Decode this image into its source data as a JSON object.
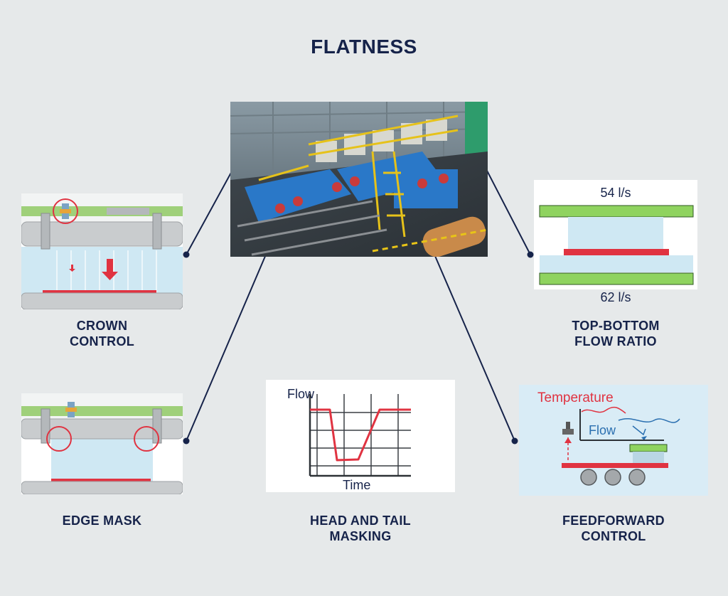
{
  "title": "FLATNESS",
  "captions": {
    "crown_control": [
      "CROWN",
      "CONTROL"
    ],
    "top_bottom": [
      "TOP-BOTTOM",
      "FLOW RATIO"
    ],
    "edge_mask": [
      "EDGE MASK"
    ],
    "head_tail": [
      "HEAD AND TAIL",
      "MASKING"
    ],
    "feedforward": [
      "FEEDFORWARD",
      "CONTROL"
    ]
  },
  "flow_ratio": {
    "top": "54 l/s",
    "bottom": "62 l/s"
  },
  "masking_chart": {
    "ylabel": "Flow",
    "xlabel": "Time"
  },
  "feedforward_diagram": {
    "temperature_label": "Temperature",
    "flow_label": "Flow"
  },
  "colors": {
    "navy": "#16234a",
    "red": "#e03341",
    "green": "#8fd35f",
    "water": "#cfe8f3",
    "steel": "#c9ccce",
    "blue_flow": "#2a6fb0"
  }
}
